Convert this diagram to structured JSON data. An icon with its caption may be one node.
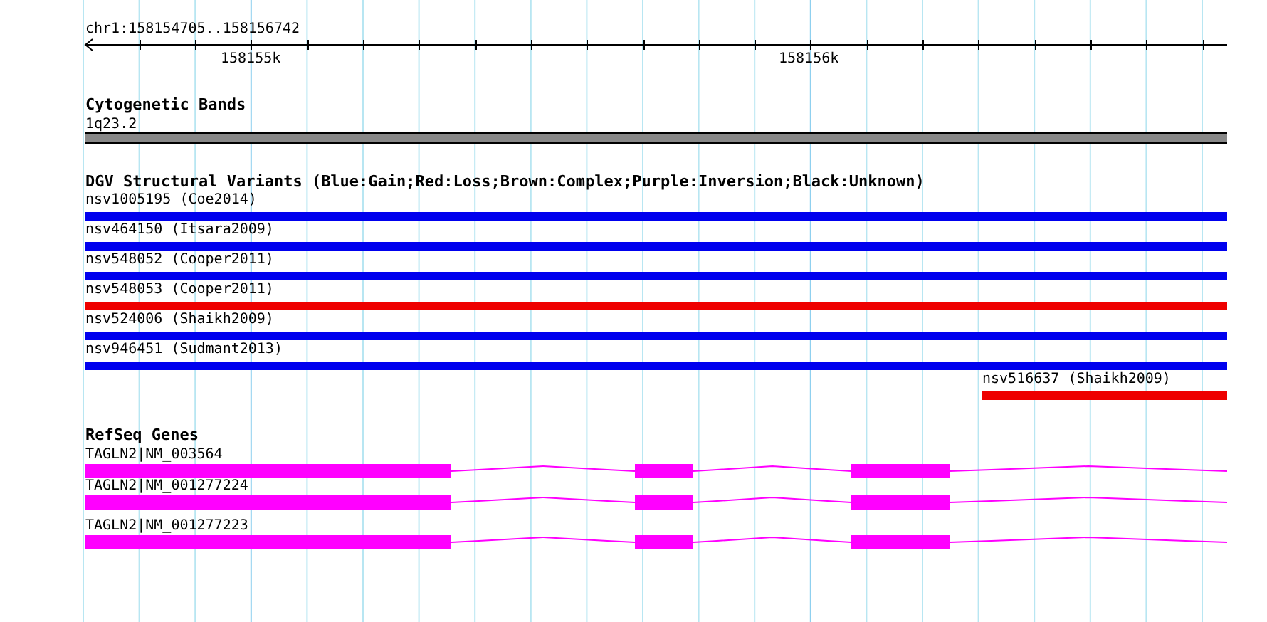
{
  "diagram": {
    "nodes": [
      {
        "text": [
          "1q23.2"
        ]
      },
      {
        "text": [
          "nsv1005195 (Coe2014)"
        ]
      },
      {
        "text": [
          "nsv464150 (Itsara2009)"
        ]
      },
      {
        "text": [
          "nsv548052 (Cooper2011)"
        ]
      },
      {
        "text": [
          "nsv548053 (Cooper2011)"
        ]
      },
      {
        "text": [
          "nsv524006 (Shaikh2009)"
        ]
      },
      {
        "text": [
          "nsv946451 (Sudmant2013)"
        ]
      },
      {
        "text": [
          "nsv516637 (Shaikh2009)"
        ]
      },
      {
        "text": [
          "TAGLN2|NM_003564"
        ]
      },
      {
        "text": [
          "TAGLN2|NM_001277224"
        ]
      },
      {
        "text": [
          "TAGLN2|NM_001277223"
        ]
      }
    ],
    "labels": [
      "chr1:158154705..158156742",
      "158155k",
      "158156k",
      "Cytogenetic Bands",
      "DGV Structural Variants (Blue:Gain;Red:Loss;Brown:Complex;Purple:Inversion;Black:Unknown)",
      "RefSeq Genes"
    ]
  }
}
